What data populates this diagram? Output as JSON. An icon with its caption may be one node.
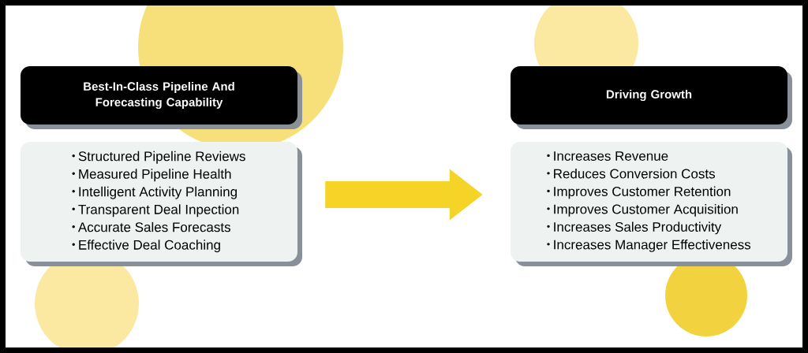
{
  "diagram": {
    "nodes": [
      {
        "text": [
          "Best-In-Class Pipeline And Forecasting Capability"
        ]
      },
      {
        "text": [
          "Structured Pipeline Reviews",
          "Measured Pipeline Health",
          "Intelligent Activity Planning",
          "Transparent Deal Inpection",
          "Accurate Sales Forecasts",
          "Effective Deal Coaching"
        ]
      },
      {
        "text": [
          "Driving Growth"
        ]
      },
      {
        "text": [
          "Increases Revenue",
          "Reduces Conversion Costs",
          "Improves Customer Retention",
          "Improves Customer Acquisition",
          "Increases Sales Productivity",
          "Increases Manager Effectiveness"
        ]
      }
    ],
    "edges": [
      {
        "from": 1,
        "to": 3,
        "arrow": "to"
      }
    ]
  }
}
